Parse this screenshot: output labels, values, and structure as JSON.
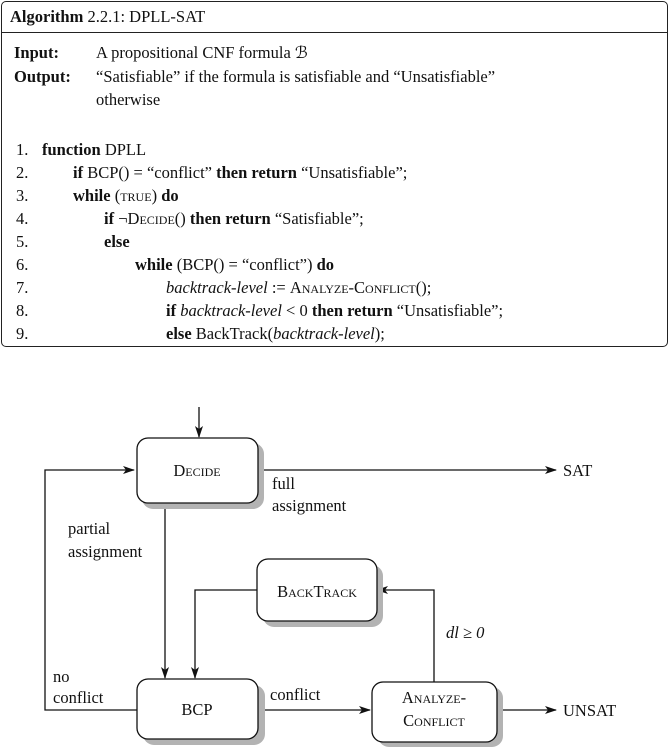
{
  "algorithm": {
    "title_bold": "Algorithm",
    "title_rest": "2.2.1: DPLL-SAT",
    "input_label": "Input:",
    "input_text": "A propositional CNF formula ℬ",
    "output_label": "Output:",
    "output_text_1": "“Satisfiable” if the formula is satisfiable and “Unsatisfiable”",
    "output_text_2": "otherwise",
    "lines": {
      "l1": {
        "num": "1.",
        "kw1": "function",
        "t1": " DPLL"
      },
      "l2": {
        "num": "2.",
        "kw1": "if",
        "t1": " BCP() = “conflict” ",
        "kw2": "then return",
        "t2": " “Unsatisfiable”;"
      },
      "l3": {
        "num": "3.",
        "kw1": "while",
        "t1": " (",
        "sc1": "true",
        "t2": ") ",
        "kw2": "do"
      },
      "l4": {
        "num": "4.",
        "kw1": "if",
        "t1": " ¬",
        "sc1": "Decide",
        "t2": "() ",
        "kw2": "then return",
        "t3": " “Satisfiable”;"
      },
      "l5": {
        "num": "5.",
        "kw1": "else"
      },
      "l6": {
        "num": "6.",
        "kw1": "while",
        "t1": " (BCP() = “conflict”) ",
        "kw2": "do"
      },
      "l7": {
        "num": "7.",
        "it1": "backtrack-level",
        "t1": " := ",
        "sc1": "Analyze-Conflict",
        "t2": "();"
      },
      "l8": {
        "num": "8.",
        "kw1": "if",
        "it1": " backtrack-level",
        "t1": " < 0 ",
        "kw2": "then return",
        "t2": " “Unsatisfiable”;"
      },
      "l9": {
        "num": "9.",
        "kw1": "else",
        "t1": " BackTrack(",
        "it1": "backtrack-level",
        "t2": ");"
      }
    }
  },
  "diagram": {
    "nodes": {
      "decide": "Decide",
      "backtrack": "BackTrack",
      "bcp": "BCP",
      "analyze_1": "Analyze-",
      "analyze_2": "Conflict"
    },
    "terminals": {
      "sat": "SAT",
      "unsat": "UNSAT"
    },
    "edge_labels": {
      "full_1": "full",
      "full_2": "assignment",
      "partial_1": "partial",
      "partial_2": "assignment",
      "no_1": "no",
      "no_2": "conflict",
      "conflict": "conflict",
      "dl": "dl ≥ 0"
    }
  }
}
